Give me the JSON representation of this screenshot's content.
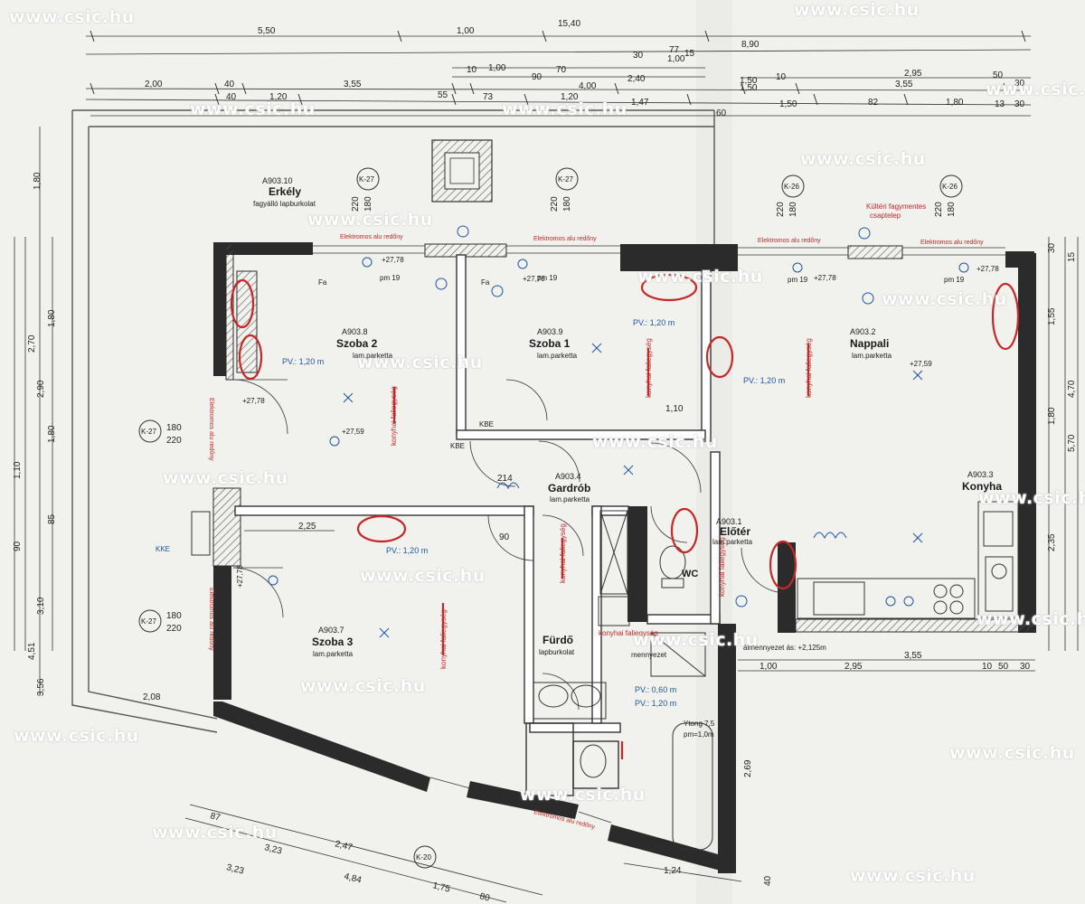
{
  "watermark": "www.csic.hu",
  "colors": {
    "paper": "#f1f1ee",
    "wall": "#2b2b2b",
    "line": "#444444",
    "accent_red": "#c62828",
    "accent_blue": "#1e56a0"
  },
  "dims_top": {
    "row1": [
      "5,50",
      "1,00",
      "15,40",
      "8,90"
    ],
    "row2": [
      "10",
      "1,00",
      "70",
      "30",
      "1,00",
      "77",
      "15",
      "10",
      "50",
      "2,95",
      "1,50"
    ],
    "row3": [
      "2,00",
      "40",
      "3,55",
      "90",
      "4,00",
      "2,40",
      "1,50",
      "3,55",
      "30"
    ],
    "row4": [
      "40",
      "1,20",
      "55",
      "73",
      "1,20",
      "1,47",
      "60",
      "1,50",
      "82",
      "1,80",
      "13",
      "30"
    ]
  },
  "markers": {
    "k27a": "K-27",
    "k27b": "K-27",
    "k26a": "K-26",
    "k26b": "K-26",
    "k27c": "K-27",
    "k27d": "K-27",
    "k20": "K-20",
    "h180": "180",
    "h220": "220"
  },
  "rooms": {
    "erkely": {
      "code": "A903.10",
      "name": "Erkély",
      "finish": "fagyálló lapburkolat"
    },
    "szoba2": {
      "code": "A903.8",
      "name": "Szoba 2",
      "finish": "lam.parketta"
    },
    "szoba1": {
      "code": "A903.9",
      "name": "Szoba 1",
      "finish": "lam.parketta"
    },
    "nappali": {
      "code": "A903.2",
      "name": "Nappali",
      "finish": "lam.parketta",
      "level": "+27,59"
    },
    "gardrob": {
      "code": "A903.4",
      "name": "Gardrób",
      "finish": "lam.parketta"
    },
    "konyha": {
      "code": "A903.3",
      "name": "Konyha"
    },
    "eloter": {
      "code": "A903.1",
      "name": "Előtér",
      "finish": "lam.parketta"
    },
    "szoba3": {
      "code": "A903.7",
      "name": "Szoba 3",
      "finish": "lam.parketta"
    },
    "furdo": {
      "code": "",
      "name": "Fürdő",
      "finish": "lapburkolat"
    },
    "wc": {
      "name": "WC"
    }
  },
  "annotations": {
    "elektromos_redony": "Elektromos alu redőny",
    "kulteri_fagymentes": "Kültéri fagymentes",
    "csaptelep": "csaptelep",
    "pv_120": "PV.: 1,20 m",
    "pv_060": "PV.: 0,60 m",
    "level_2778": "+27,78",
    "level_2759": "+27,59",
    "fa": "Fa",
    "pm19": "pm 19",
    "kbe": "KBE",
    "kke": "KKE",
    "konyhabutor": "konyhai faliegység",
    "menny": "mennyezet",
    "alm_menny": "álmennyezet ás: +2,125m",
    "ytong": "Ytong 7,5",
    "pm10": "pm=1,0m"
  },
  "dims_right": [
    "1,55",
    "1,80",
    "4,70",
    "5,70",
    "2,35",
    "30",
    "15"
  ],
  "dims_left": [
    "1,80",
    "1,80",
    "2,70",
    "2,90",
    "1,80",
    "1,10",
    "90",
    "85",
    "3,10",
    "4,51",
    "3,56"
  ],
  "dims_bottom": [
    "87",
    "2,47",
    "3,23",
    "3,23",
    "4,84",
    "1,75",
    "80",
    "1,24",
    "40"
  ],
  "dims_mid": [
    "1,00",
    "2,95",
    "3,55",
    "10",
    "50",
    "30",
    "1,10",
    "2,25",
    "90",
    "214",
    "2,08",
    "2,69"
  ]
}
